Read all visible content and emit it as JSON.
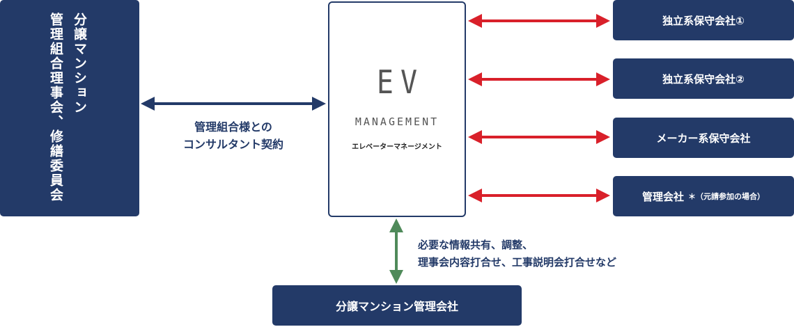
{
  "left_box": {
    "col1": "分譲マンション",
    "col2": "管理組合理事会、修繕委員会"
  },
  "contract_label": [
    "管理組合様との",
    "コンサルタント契約"
  ],
  "logo": {
    "ev": "EV",
    "management": "MANAGEMENT",
    "kana": "エレベーターマネージメント"
  },
  "right_boxes": [
    {
      "label": "独立系保守会社①",
      "note": ""
    },
    {
      "label": "独立系保守会社②",
      "note": ""
    },
    {
      "label": "メーカー系保守会社",
      "note": ""
    },
    {
      "label": "管理会社",
      "note": "＊（元請参加の場合）"
    }
  ],
  "info_label": [
    "必要な情報共有、調整、",
    "理事会内容打合せ、工事説明会打合せなど"
  ],
  "bottom_box": "分譲マンション管理会社",
  "colors": {
    "navy": "#233a68",
    "red_arrow": "#d9202a",
    "green_arrow": "#4f8a5a"
  }
}
